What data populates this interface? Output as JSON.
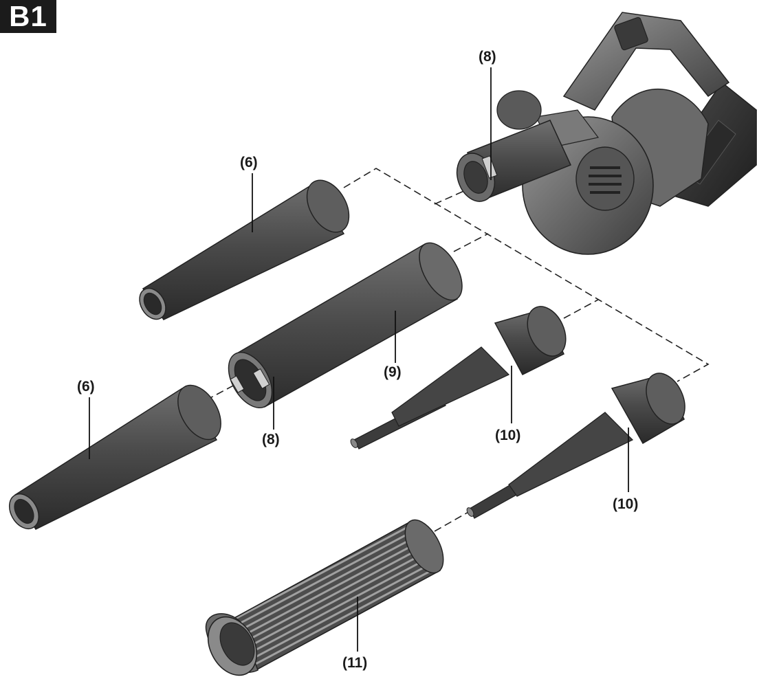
{
  "figure": {
    "badge": "B1"
  },
  "callouts": {
    "bracket_8_blower": "(8)",
    "cone_6_top": "(6)",
    "tube_9": "(9)",
    "cone_6_left": "(6)",
    "bracket_8_tube": "(8)",
    "nozzle_10_middle": "(10)",
    "nozzle_10_right": "(10)",
    "hose_11": "(11)"
  },
  "colors": {
    "part_dark": "#3a3a3a",
    "part_mid": "#555555",
    "part_light": "#8a8a8a",
    "line": "#222222"
  }
}
